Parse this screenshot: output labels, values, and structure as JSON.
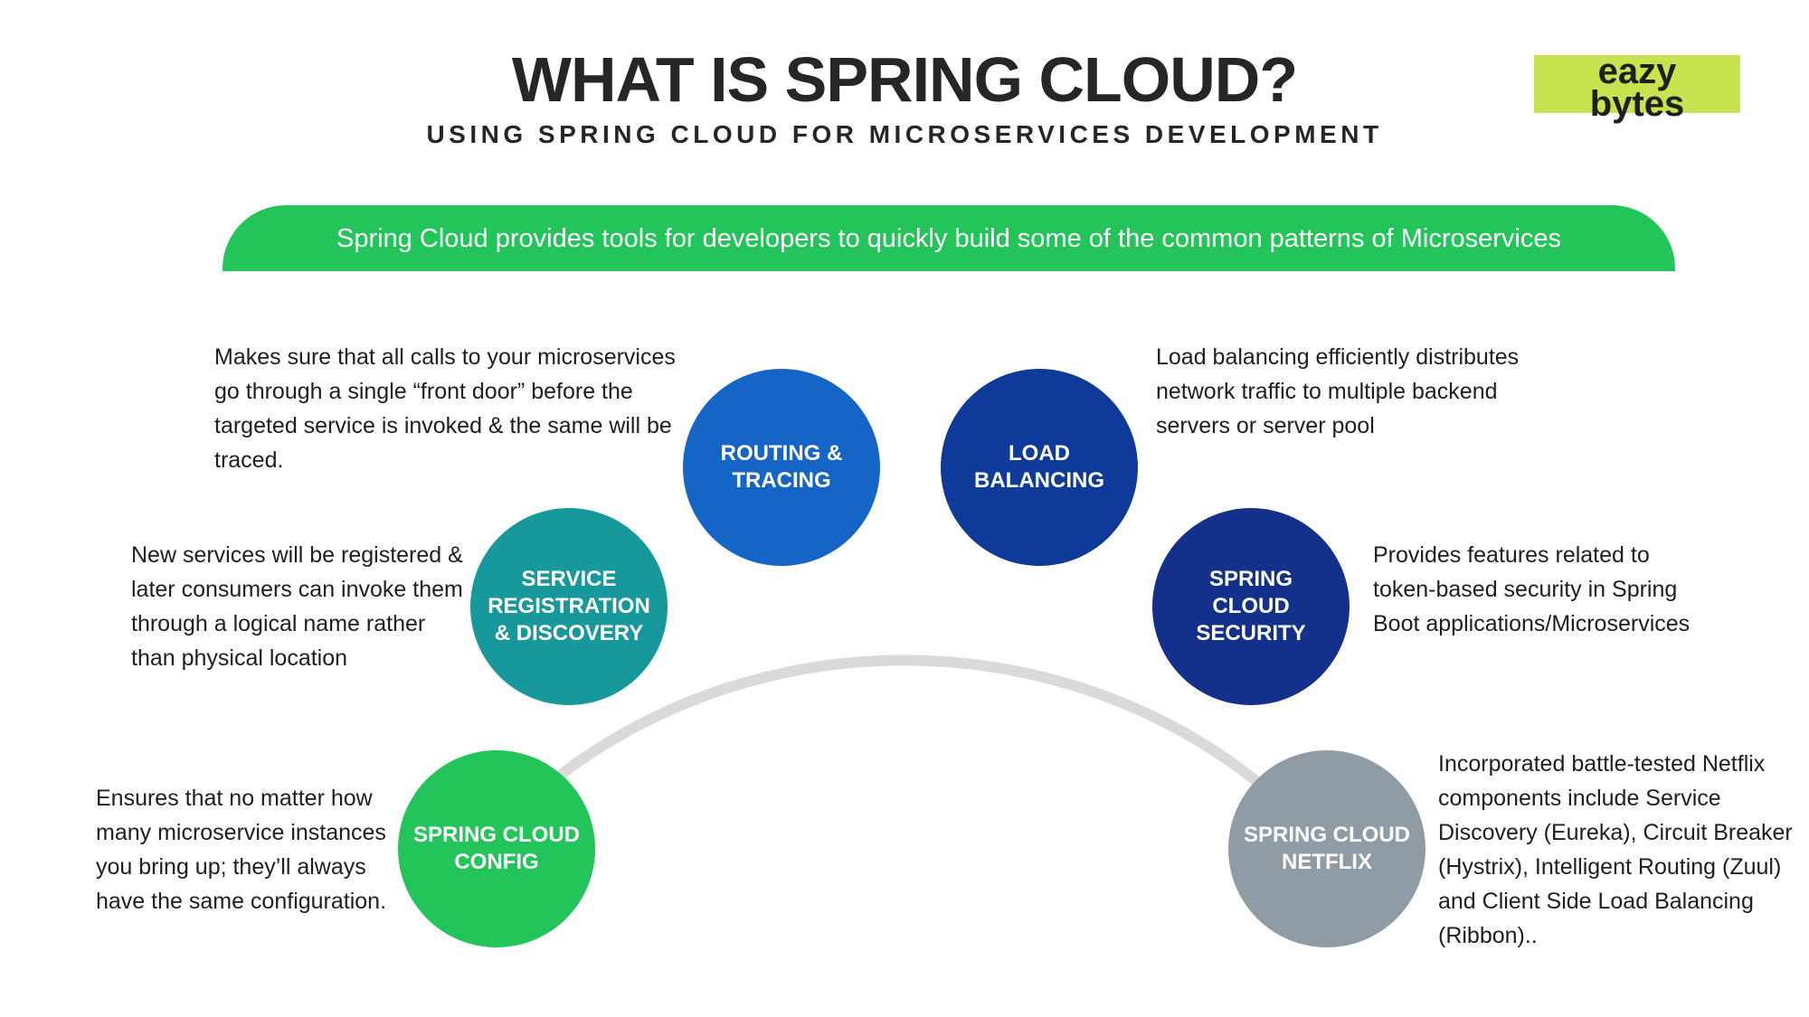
{
  "title": "WHAT IS SPRING CLOUD?",
  "subtitle": "USING SPRING CLOUD FOR MICROSERVICES DEVELOPMENT",
  "logo": {
    "line1": "eazy",
    "line2": "bytes"
  },
  "banner": "Spring Cloud provides tools for developers to quickly build some of the common patterns of Microservices",
  "colors": {
    "green": "#23c45a",
    "teal": "#17989a",
    "blue": "#1565c6",
    "navy": "#0e3b9a",
    "darknavy": "#13308a",
    "gray": "#8f9ca6",
    "logo_bg": "#c7e34f"
  },
  "nodes": [
    {
      "id": "config",
      "label_line1": "SPRING CLOUD",
      "label_line2": "CONFIG",
      "label_line3": "",
      "desc": [
        "Ensures that no matter how",
        "many microservice instances",
        "you bring up; they’ll always",
        "have the same configuration."
      ]
    },
    {
      "id": "discovery",
      "label_line1": "SERVICE",
      "label_line2": "REGISTRATION",
      "label_line3": "& DISCOVERY",
      "desc": [
        "New services will be registered &",
        "later consumers can invoke them",
        "through a logical name rather",
        "than physical location"
      ]
    },
    {
      "id": "routing",
      "label_line1": "ROUTING &",
      "label_line2": "TRACING",
      "label_line3": "",
      "desc": [
        "Makes sure that all calls to your microservices",
        "go through a single “front door” before the",
        "targeted service is invoked & the same will be",
        "traced."
      ]
    },
    {
      "id": "loadbalancing",
      "label_line1": "LOAD",
      "label_line2": "BALANCING",
      "label_line3": "",
      "desc": [
        "Load balancing efficiently distributes",
        "network traffic to multiple backend",
        "servers or server pool"
      ]
    },
    {
      "id": "security",
      "label_line1": "SPRING",
      "label_line2": "CLOUD",
      "label_line3": "SECURITY",
      "desc": [
        "Provides features related to",
        "token-based security in Spring",
        "Boot applications/Microservices"
      ]
    },
    {
      "id": "netflix",
      "label_line1": "SPRING CLOUD",
      "label_line2": "NETFLIX",
      "label_line3": "",
      "desc": [
        "Incorporated battle-tested Netflix",
        "components include Service",
        "Discovery (Eureka), Circuit Breaker",
        "(Hystrix), Intelligent Routing (Zuul)",
        "and Client Side Load Balancing",
        "(Ribbon).."
      ]
    }
  ]
}
